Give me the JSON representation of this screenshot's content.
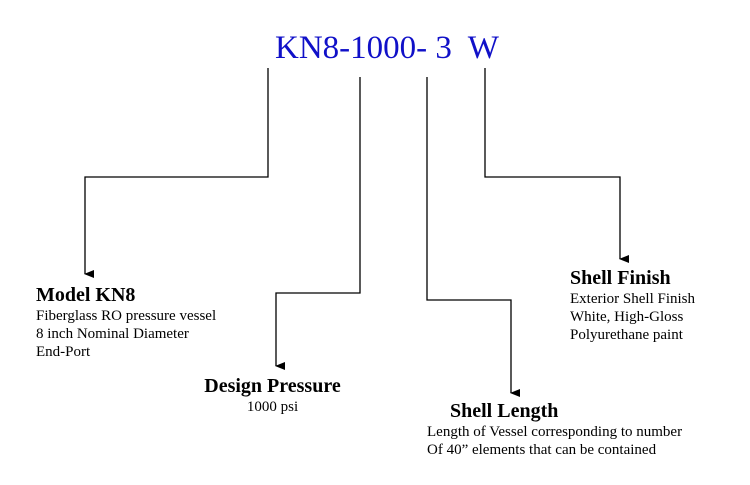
{
  "model_code": "KN8-1000- 3  W",
  "labels": {
    "model": {
      "title": "Model KN8",
      "lines": [
        "Fiberglass RO pressure vessel",
        "8 inch Nominal Diameter",
        "End-Port"
      ]
    },
    "pressure": {
      "title": "Design Pressure",
      "lines": [
        "1000 psi"
      ]
    },
    "length": {
      "title": "Shell Length",
      "lines": [
        "Length of Vessel corresponding to number",
        "Of 40” elements that can be contained"
      ]
    },
    "finish": {
      "title": "Shell Finish",
      "lines": [
        "Exterior Shell Finish",
        "White, High-Gloss",
        "Polyurethane paint"
      ]
    }
  },
  "colors": {
    "code": "#1010c8"
  }
}
